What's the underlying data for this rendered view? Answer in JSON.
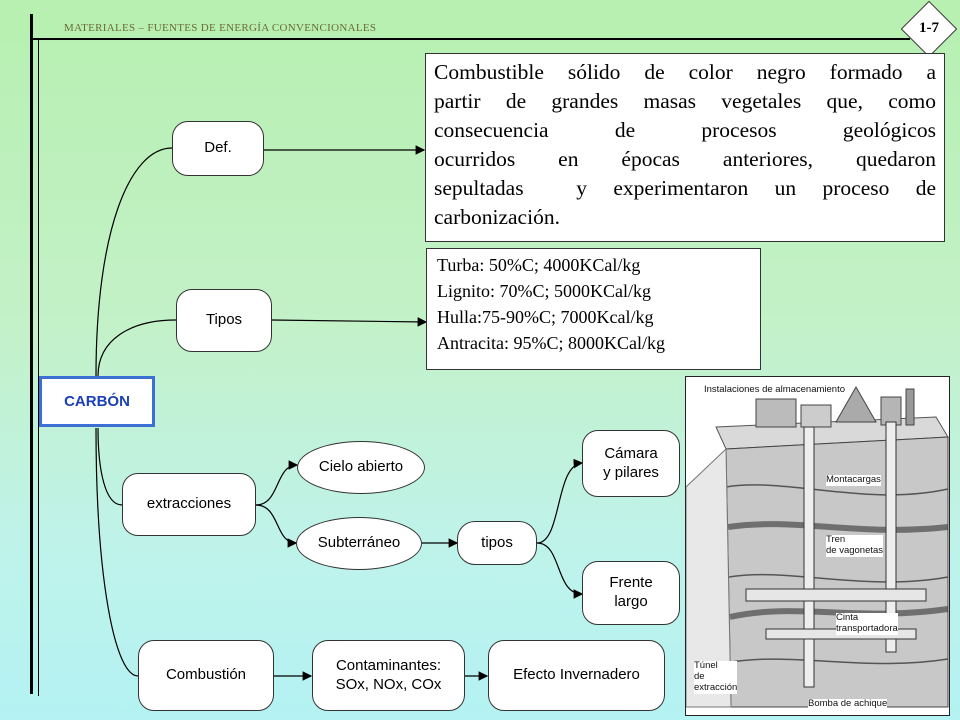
{
  "header": {
    "title": "MATERIALES – FUENTES DE ENERGÍA CONVENCIONALES",
    "page_number": "1-7"
  },
  "root": {
    "label": "CARBÓN"
  },
  "branches": {
    "definition": {
      "label": "Def.",
      "text_lines": [
        "Combustible sólido de color negro formado a",
        "partir de grandes masas vegetales que, como",
        "consecuencia de procesos geológicos",
        "ocurridos en épocas anteriores, quedaron",
        "sepultadas  y experimentaron un proceso de",
        "carbonización."
      ]
    },
    "types": {
      "label": "Tipos",
      "items": [
        "Turba: 50%C; 4000KCal/kg",
        "Lignito: 70%C; 5000KCal/kg",
        "Hulla:75-90%C; 7000Kcal/kg",
        "Antracita: 95%C; 8000KCal/kg"
      ]
    },
    "extraction": {
      "label": "extracciones",
      "open_pit": "Cielo abierto",
      "underground": "Subterráneo",
      "types_label": "tipos",
      "method_1": [
        "Cámara",
        "y pilares"
      ],
      "method_2": [
        "Frente",
        "largo"
      ]
    },
    "combustion": {
      "label": "Combustión",
      "pollutants": [
        "Contaminantes:",
        "SOx, NOx, COx"
      ],
      "effect": "Efecto Invernadero"
    }
  },
  "mine_illustration": {
    "labels": {
      "storage": "Instalaciones de almacenamiento",
      "hoist": "Montacargas",
      "wagon_train": [
        "Tren",
        "de vagonetas"
      ],
      "conveyor": [
        "Cinta",
        "transportadora"
      ],
      "shaft": [
        "Túnel",
        "de",
        "extracción"
      ],
      "pump": "Bomba de achique"
    }
  },
  "colors": {
    "root_border": "#3b6fd4",
    "root_text": "#1a3fb8",
    "header_text": "#6b6b3a"
  }
}
